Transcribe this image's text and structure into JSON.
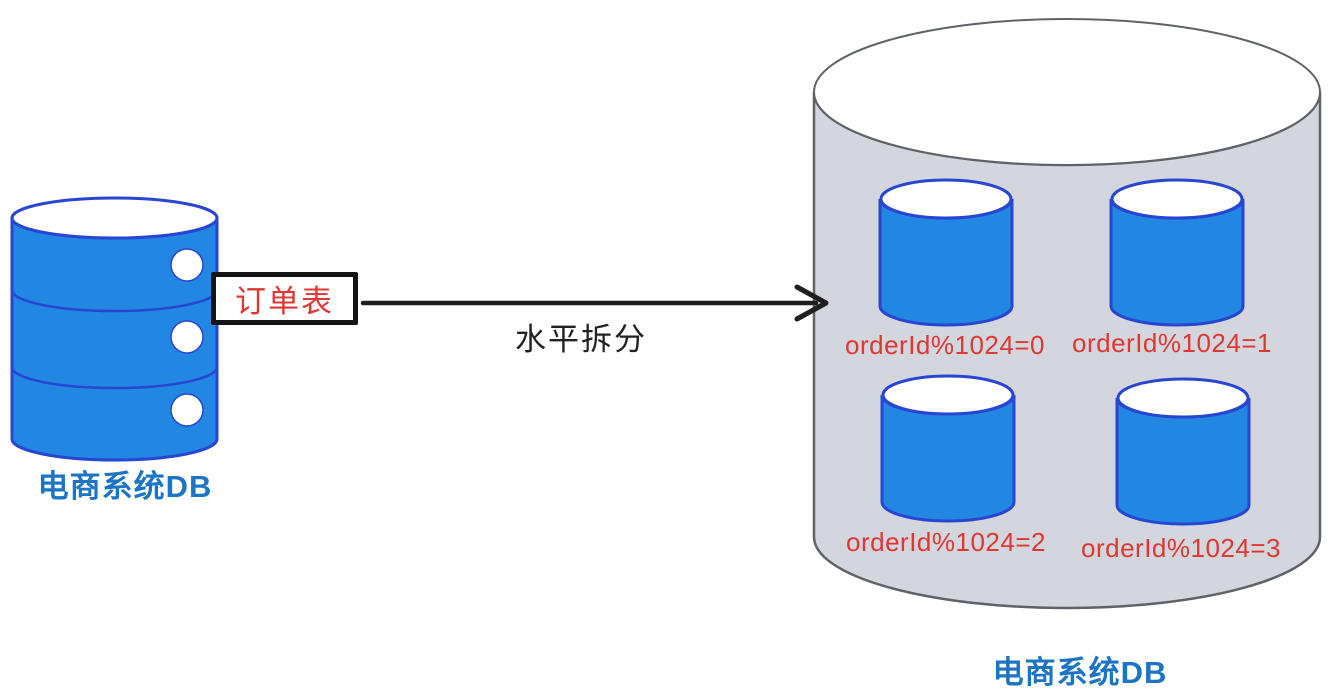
{
  "diagram": {
    "source": {
      "db_label": "电商系统DB",
      "table_tag": "订单表"
    },
    "transform": {
      "arrow_label": "水平拆分"
    },
    "target": {
      "db_label": "电商系统DB",
      "shards": [
        {
          "label": "orderId%1024=0"
        },
        {
          "label": "orderId%1024=1"
        },
        {
          "label": "orderId%1024=2"
        },
        {
          "label": "orderId%1024=3"
        }
      ]
    },
    "colors": {
      "shard_blue_fill": "#2287E2",
      "shard_blue_stroke": "#2846D2",
      "container_gray_fill": "#D3D6DC",
      "container_gray_stroke": "#5F6368",
      "red_label": "#E03732",
      "blue_label": "#1B74C4",
      "arrow_black": "#1F1F1F",
      "white": "#FFFFFF"
    }
  }
}
